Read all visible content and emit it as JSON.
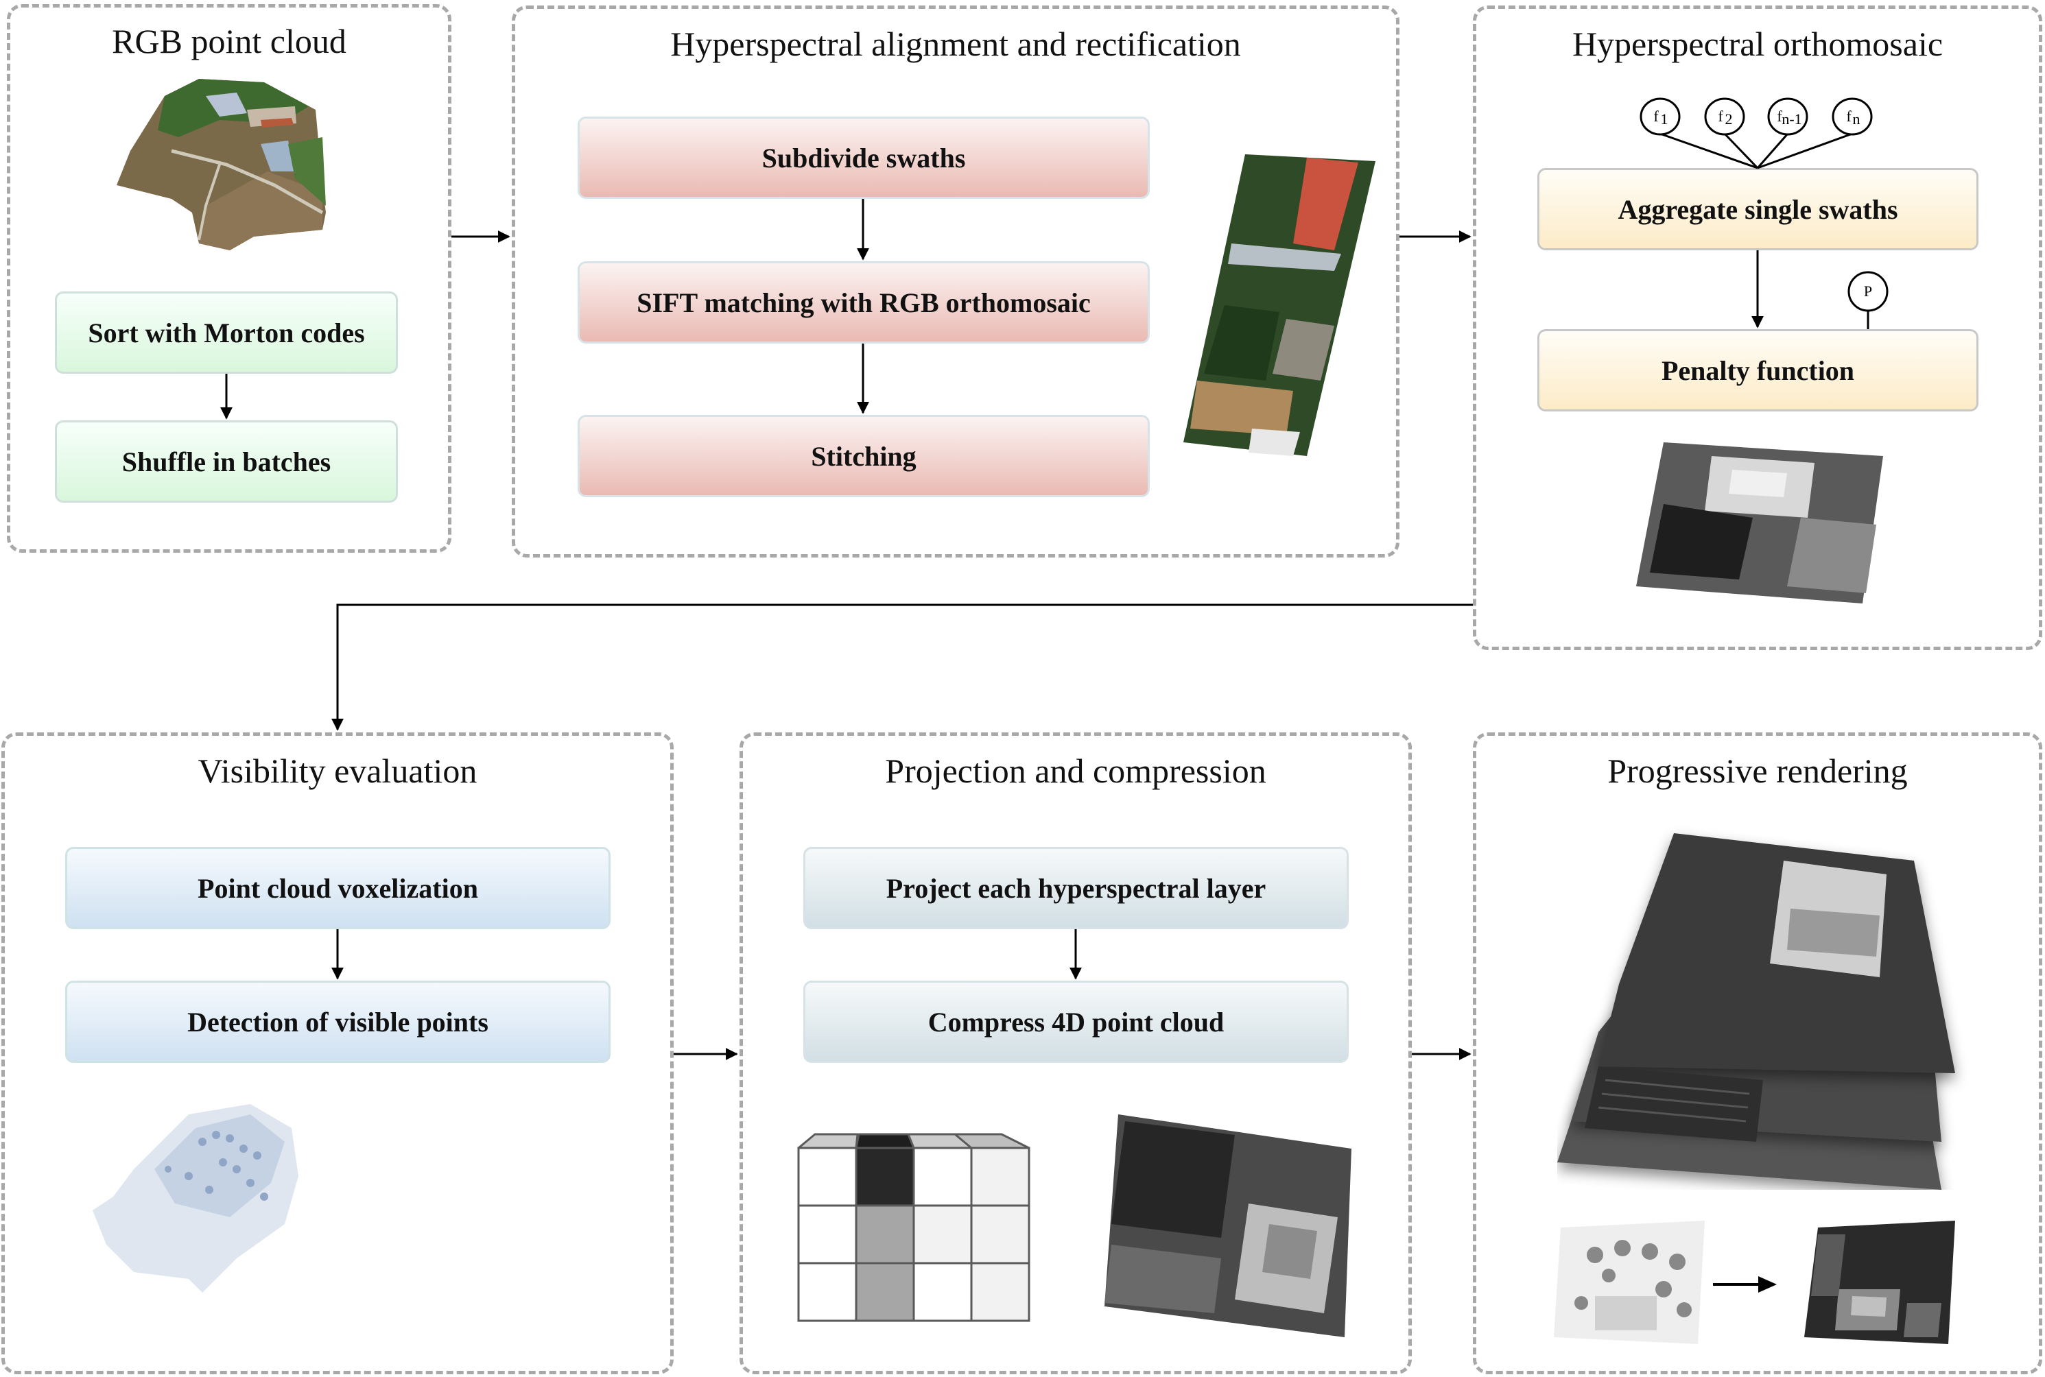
{
  "panels": {
    "rgb": {
      "title": "RGB point cloud",
      "steps": [
        "Sort with Morton codes",
        "Shuffle in batches"
      ],
      "image": "rgb-point-cloud-aerial-render"
    },
    "alignment": {
      "title": "Hyperspectral alignment and rectification",
      "steps": [
        "Subdivide swaths",
        "SIFT matching with RGB orthomosaic",
        "Stitching"
      ],
      "image": "hyperspectral-swath-strip"
    },
    "orthomosaic": {
      "title": "Hyperspectral orthomosaic",
      "inputs": [
        "f1",
        "f2",
        "fn-1",
        "fn"
      ],
      "input_labels": [
        {
          "base": "f",
          "sub": "1"
        },
        {
          "base": "f",
          "sub": "2"
        },
        {
          "base": "f",
          "sub": "n-1"
        },
        {
          "base": "f",
          "sub": "n"
        }
      ],
      "penalty_node": "P",
      "steps": [
        "Aggregate single swaths",
        "Penalty function"
      ],
      "image": "grayscale-orthomosaic"
    },
    "visibility": {
      "title": "Visibility evaluation",
      "steps": [
        "Point cloud voxelization",
        "Detection of visible points"
      ],
      "image": "blue-shaded-point-cloud"
    },
    "projection": {
      "title": "Projection and compression",
      "steps": [
        "Project each hyperspectral layer",
        "Compress 4D point cloud"
      ],
      "grid": {
        "columns": 4,
        "rows": 3,
        "front_fills": [
          [
            "#ffffff",
            "#282828",
            "#ffffff",
            "#f2f2f2"
          ],
          [
            "#ffffff",
            "#a6a6a6",
            "#f2f2f2",
            "#f2f2f2"
          ],
          [
            "#ffffff",
            "#a6a6a6",
            "#ffffff",
            "#f2f2f2"
          ]
        ],
        "top_fills": [
          "#cccccc",
          "#1e1e1e",
          "#cccccc",
          "#bfbfbf"
        ]
      },
      "image": "grayscale-projected-point-cloud"
    },
    "rendering": {
      "title": "Progressive rendering",
      "image": "stacked-hyperspectral-layers",
      "sequence": [
        "sparse-point-render",
        "dense-point-render"
      ]
    }
  },
  "colors": {
    "panel_border": "#a8a8a8",
    "green_step": "#d9f7dc",
    "red_step": "#eabab3",
    "yellow_step": "#fcebc7",
    "blue_step": "#cfe1f1",
    "slate_step": "#d2dfe4",
    "arrow": "#000000"
  }
}
